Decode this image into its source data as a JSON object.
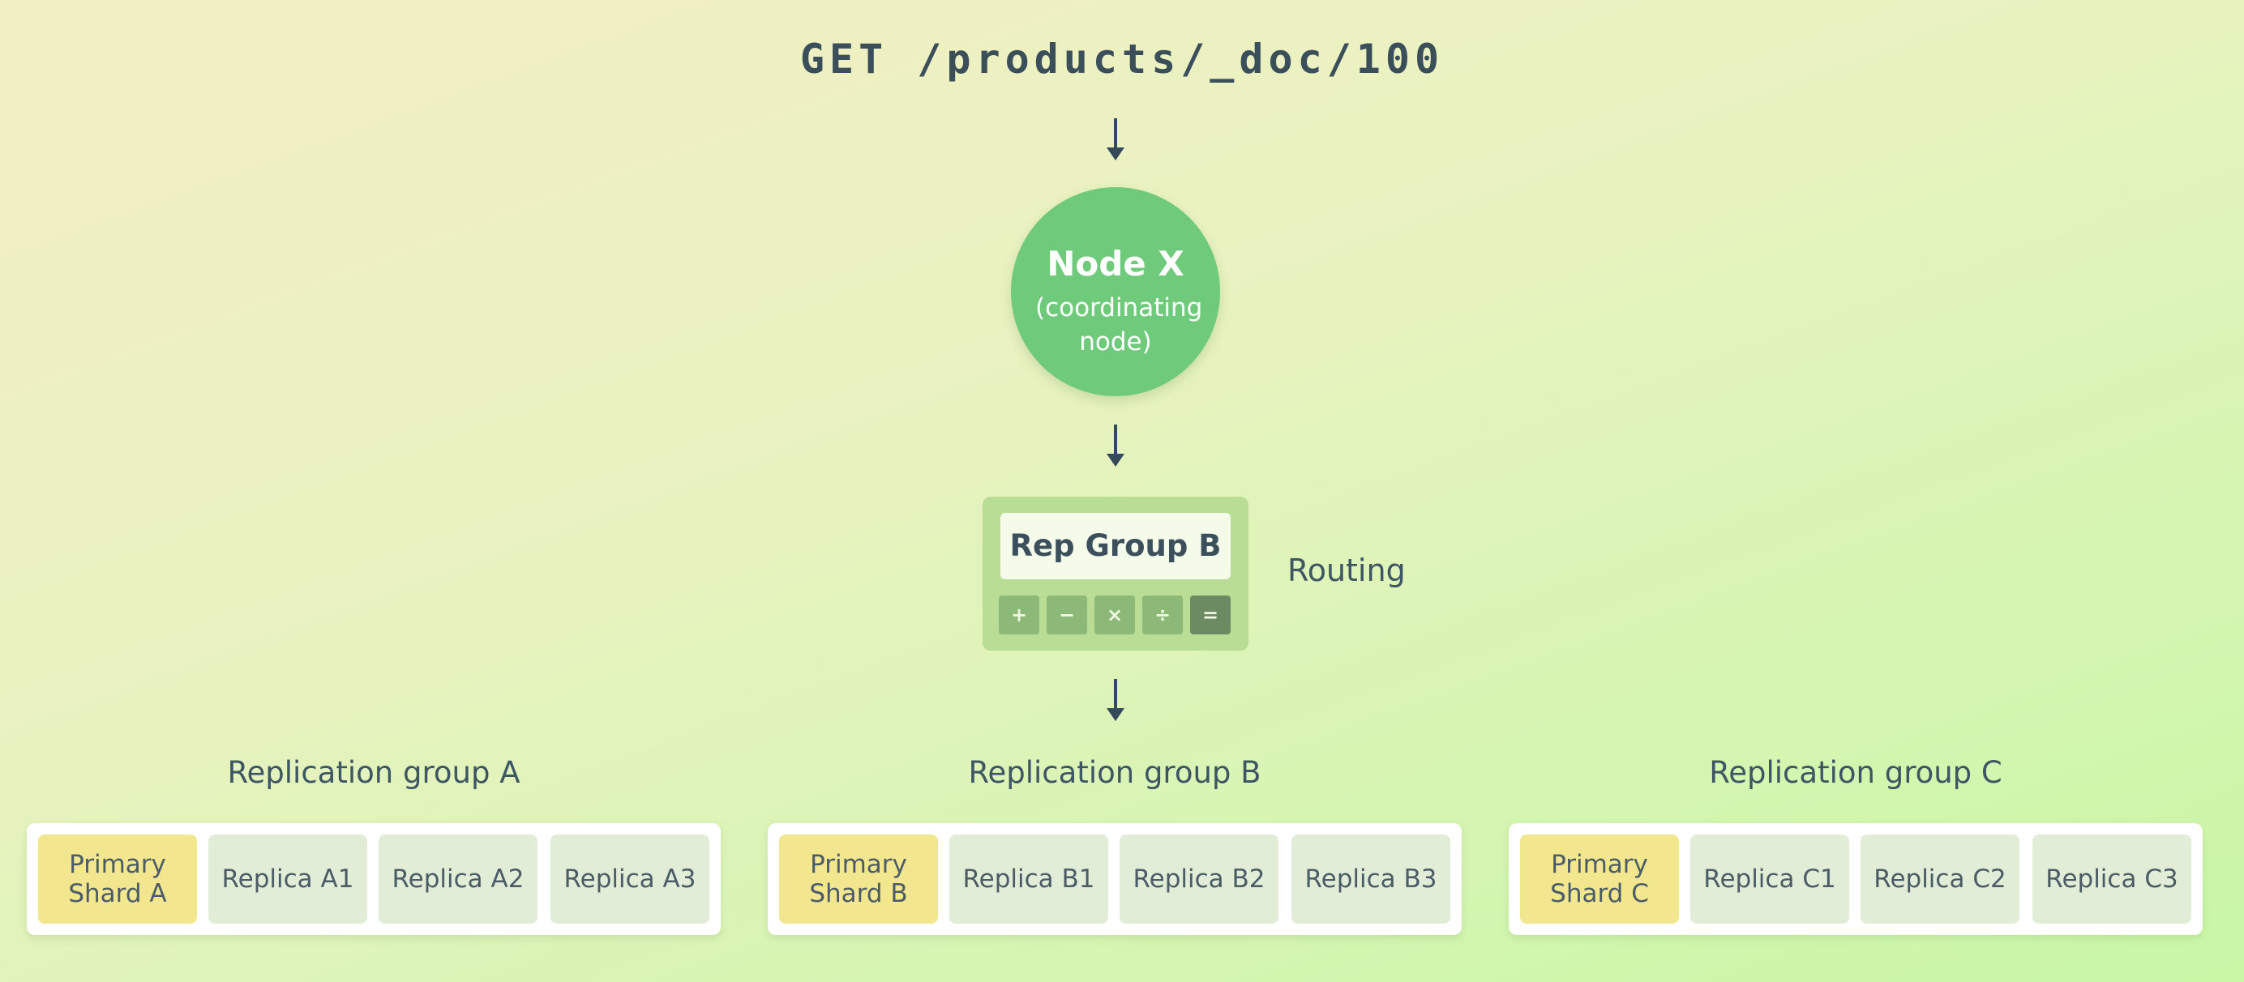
{
  "request": "GET /products/_doc/100",
  "node": {
    "title": "Node X",
    "subtitle_line1": "(coordinating",
    "subtitle_line2": "node)"
  },
  "router": {
    "display": "Rep Group B",
    "keys": [
      "+",
      "−",
      "×",
      "÷",
      "="
    ],
    "label": "Routing"
  },
  "groups": [
    {
      "title": "Replication group A",
      "primary_line1": "Primary",
      "primary_line2": "Shard A",
      "replicas": [
        "Replica A1",
        "Replica A2",
        "Replica A3"
      ]
    },
    {
      "title": "Replication group B",
      "primary_line1": "Primary",
      "primary_line2": "Shard B",
      "replicas": [
        "Replica B1",
        "Replica B2",
        "Replica B3"
      ]
    },
    {
      "title": "Replication group C",
      "primary_line1": "Primary",
      "primary_line2": "Shard C",
      "replicas": [
        "Replica C1",
        "Replica C2",
        "Replica C3"
      ]
    }
  ],
  "colors": {
    "node": "#6fcb7b",
    "primary_shard": "#f2e68e",
    "replica_shard": "#e2edd7",
    "router": "#b9dd95",
    "arrow": "#34495a"
  }
}
